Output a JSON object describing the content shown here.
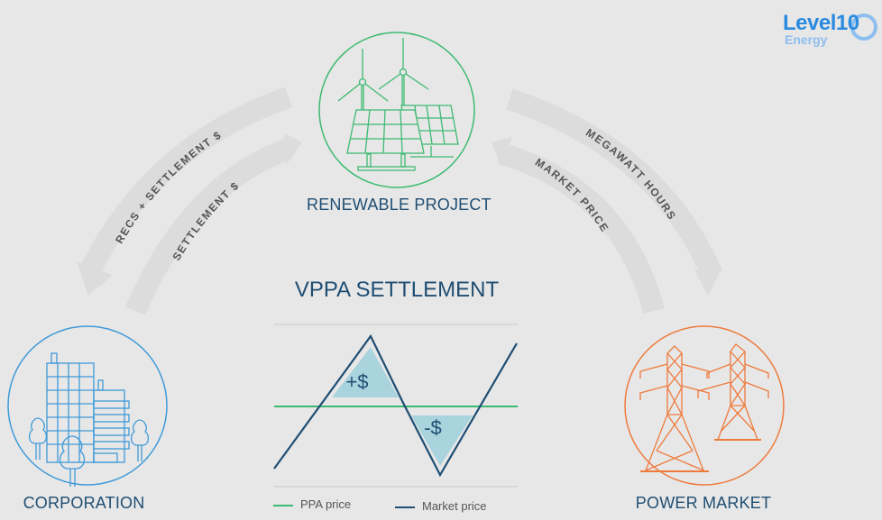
{
  "title": "VPPA SETTLEMENT",
  "logo": {
    "main": "Level10",
    "sub": "Energy",
    "color": "#2a8be0"
  },
  "nodes": {
    "renewable": {
      "label": "RENEWABLE PROJECT",
      "color": "#3dba72"
    },
    "corporation": {
      "label": "CORPORATION",
      "color": "#3f9ad8"
    },
    "power_market": {
      "label": "POWER MARKET",
      "color": "#ee7a3c"
    }
  },
  "arrows": {
    "recs_settlement": "RECS + SETTLEMENT $",
    "settlement": "SETTLEMENT $",
    "megawatt_hours": "MEGAWATT HOURS",
    "market_price": "MARKET PRICE"
  },
  "chart": {
    "plus_label": "+$",
    "minus_label": "-$",
    "legend": [
      {
        "label": "PPA price",
        "color": "#3dba72"
      },
      {
        "label": "Market price",
        "color": "#1f4e73"
      }
    ]
  },
  "colors": {
    "text": "#1f4e73",
    "fill": "#a9d3dd",
    "arrow": "#dcdcdc"
  }
}
